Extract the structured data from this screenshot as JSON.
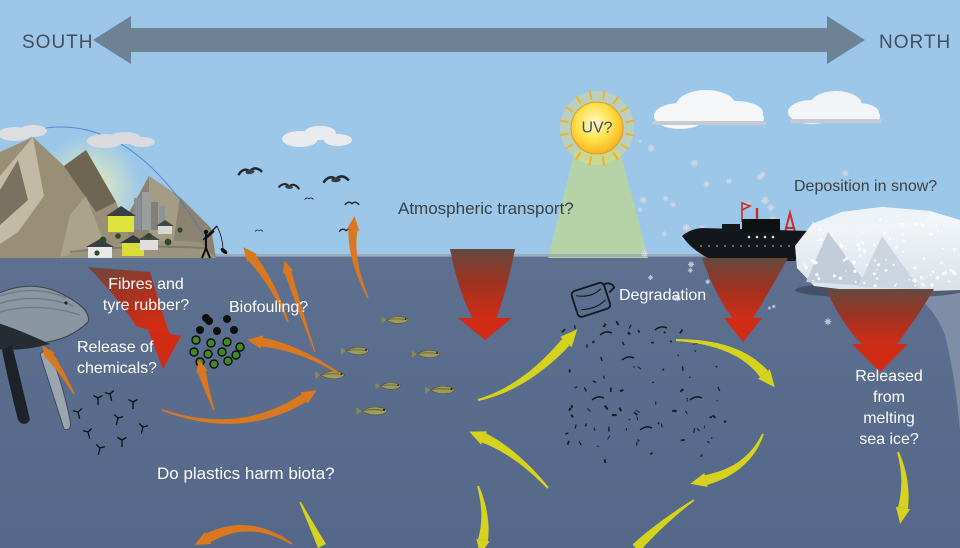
{
  "compass": {
    "south_label": "SOUTH",
    "north_label": "NORTH"
  },
  "sun": {
    "label": "UV?"
  },
  "labels": {
    "atmospheric_transport": "Atmospheric transport?",
    "deposition_in_snow": "Deposition in snow?",
    "fibres_tyre": "Fibres and\ntyre rubber?",
    "release_chemicals": "Release of\nchemicals?",
    "biofouling": "Biofouling?",
    "degradation": "Degradation",
    "plastics_harm_biota": "Do plastics harm biota?",
    "released_melting": "Released from\nmelting\nsea ice?"
  },
  "colors": {
    "sky": "#9cc7e9",
    "ocean_top": "#5e7090",
    "ocean_bottom": "#566889",
    "compass_arrow": "#6d8395",
    "orange_arrow": "#d9781f",
    "yellow_arrow": "#d6d31f",
    "red_arrow_head": "#d22c14",
    "uv_beam": "#b7d3a3",
    "sun_core": "#ffe14a",
    "label_white": "#fdfdfd",
    "label_dark": "#3b4046"
  },
  "scene_elements": [
    "south-north-compass-arrow",
    "sun-icon",
    "uv-beam",
    "clouds",
    "snowfall",
    "mountains",
    "coastal-village",
    "fisherman-icon",
    "seabirds",
    "whale-icon",
    "zooplankton",
    "biofouled-particles",
    "fish-school",
    "plastic-container-icon",
    "plastic-debris",
    "fishing-vessel-icon",
    "sea-ice-iceberg",
    "red-input-arrows",
    "orange-biota-arrows",
    "yellow-circulation-arrows"
  ]
}
